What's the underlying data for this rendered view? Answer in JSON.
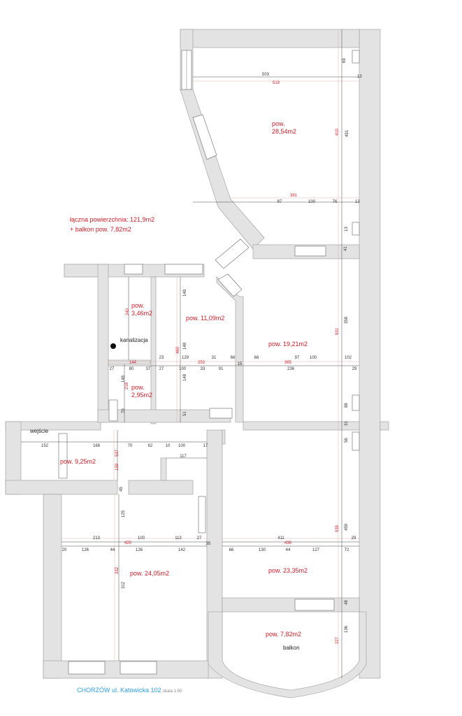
{
  "info": {
    "total_area": "łączna powierzchnia: 121,9m2",
    "balcony_area": "+ balkon pow. 7,82m2"
  },
  "rooms": {
    "room_a": [
      "pow.",
      "28,54m2"
    ],
    "room_b": [
      "pow.",
      "3,46m2"
    ],
    "room_c": "pow. 11,09m2",
    "room_d": "pow. 19,21m2",
    "room_e": [
      "pow.",
      "2,95m2"
    ],
    "room_f": "pow. 9,25m2",
    "room_g": "pow. 24,05m2",
    "room_h": "pow. 23,35m2",
    "room_i": "pow. 7,82m2"
  },
  "labels": {
    "entrance": "wejście",
    "drain": "kanalizacja",
    "balcony": "balkon"
  },
  "dims": {
    "d503": "503",
    "d519": "519",
    "d69": "69",
    "d13": "13",
    "d491": "491",
    "d410": "410",
    "d391": "391",
    "d97": "97",
    "d100a": "100",
    "d76": "76",
    "d13b": "13",
    "d13c": "13",
    "d41": "41",
    "d531": "531",
    "d358": "358",
    "d240": "240",
    "d148": "148",
    "d148b": "148",
    "d460": "460",
    "d148c": "148",
    "d51": "51",
    "d129": "129",
    "d31": "31",
    "d66": "66",
    "d253": "253",
    "d68": "68",
    "d97b": "97",
    "d100b": "100",
    "d102": "102",
    "d144": "144",
    "d365": "365",
    "d27": "27",
    "d80": "80",
    "d37": "37",
    "d23": "23",
    "d27b": "27",
    "d100c": "100",
    "d33": "33",
    "d91": "91",
    "d15": "15",
    "d236": "236",
    "d29": "29",
    "d148d": "148",
    "d218": "218",
    "d70": "70",
    "d88": "88",
    "d31b": "31",
    "d56": "56",
    "d152": "152",
    "d168": "168",
    "d70b": "70",
    "d62": "62",
    "d10": "10",
    "d100d": "100",
    "d17": "17",
    "d537": "537",
    "d117": "117",
    "d159": "159",
    "d45": "45",
    "d213": "213",
    "d100e": "100",
    "d113": "113",
    "d27c": "27",
    "d411": "411",
    "d29b": "29",
    "d420": "420",
    "d436": "436",
    "d539": "539",
    "d459": "459",
    "d20": "20",
    "d126": "126",
    "d44": "44",
    "d126b": "126",
    "d142": "142",
    "d35": "35",
    "d66b": "66",
    "d130": "130",
    "d44b": "44",
    "d127": "127",
    "d72": "72",
    "d125": "125",
    "d332": "332",
    "d312": "312",
    "d48": "48",
    "d227": "227",
    "d136": "136"
  },
  "footer": {
    "city": "CHORZÓW",
    "street": "ul. Katowicka 102",
    "scale": "skala 1:50"
  }
}
